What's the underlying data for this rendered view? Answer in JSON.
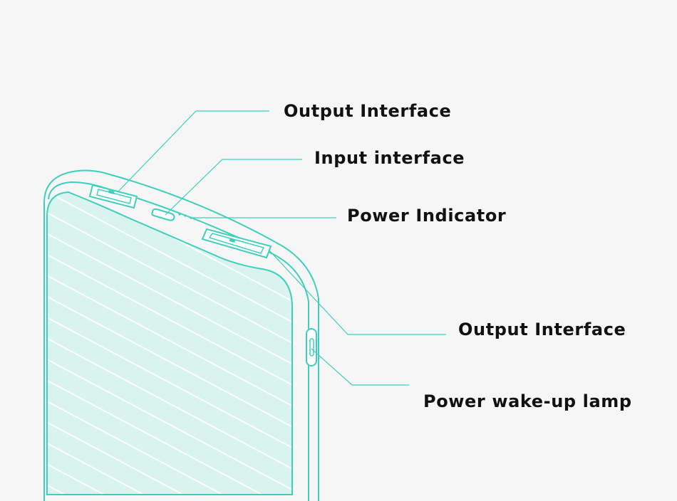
{
  "labels": {
    "output_interface_top": "Output Interface",
    "input_interface": "Input interface",
    "power_indicator": "Power Indicator",
    "output_interface_side": "Output Interface",
    "power_wakeup_lamp": "Power wake-up lamp"
  },
  "colors": {
    "background": "#f6f6f6",
    "line": "#3fcfbd",
    "body_fill": "#d9f3ef",
    "stripe": "#ffffff",
    "text": "#111111"
  }
}
